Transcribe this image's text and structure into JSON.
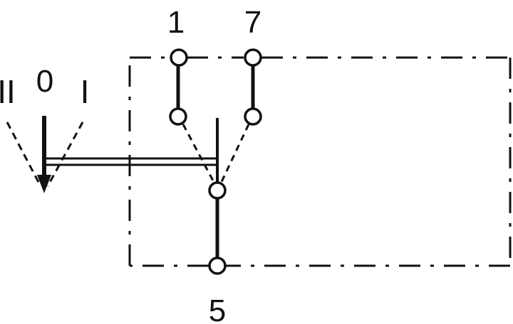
{
  "diagram": {
    "terminal_labels": {
      "t1": "1",
      "t7": "7",
      "t5": "5"
    },
    "position_labels": {
      "pos_ii": "II",
      "pos_0": "0",
      "pos_i": "I"
    },
    "colors": {
      "line": "#111111",
      "background": "#ffffff"
    }
  }
}
